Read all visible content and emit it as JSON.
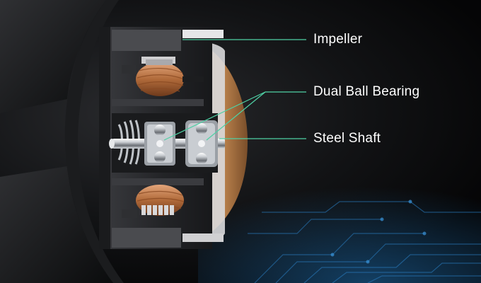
{
  "callouts": {
    "impeller": "Impeller",
    "bearing": "Dual Ball Bearing",
    "shaft": "Steel Shaft"
  },
  "colors": {
    "leader_line": "#4fd1a5",
    "circuit_glow": "#1f6fb0",
    "housing": "#2a2b2e",
    "copper": "#c07a45",
    "steel": "#c9cdd2"
  }
}
